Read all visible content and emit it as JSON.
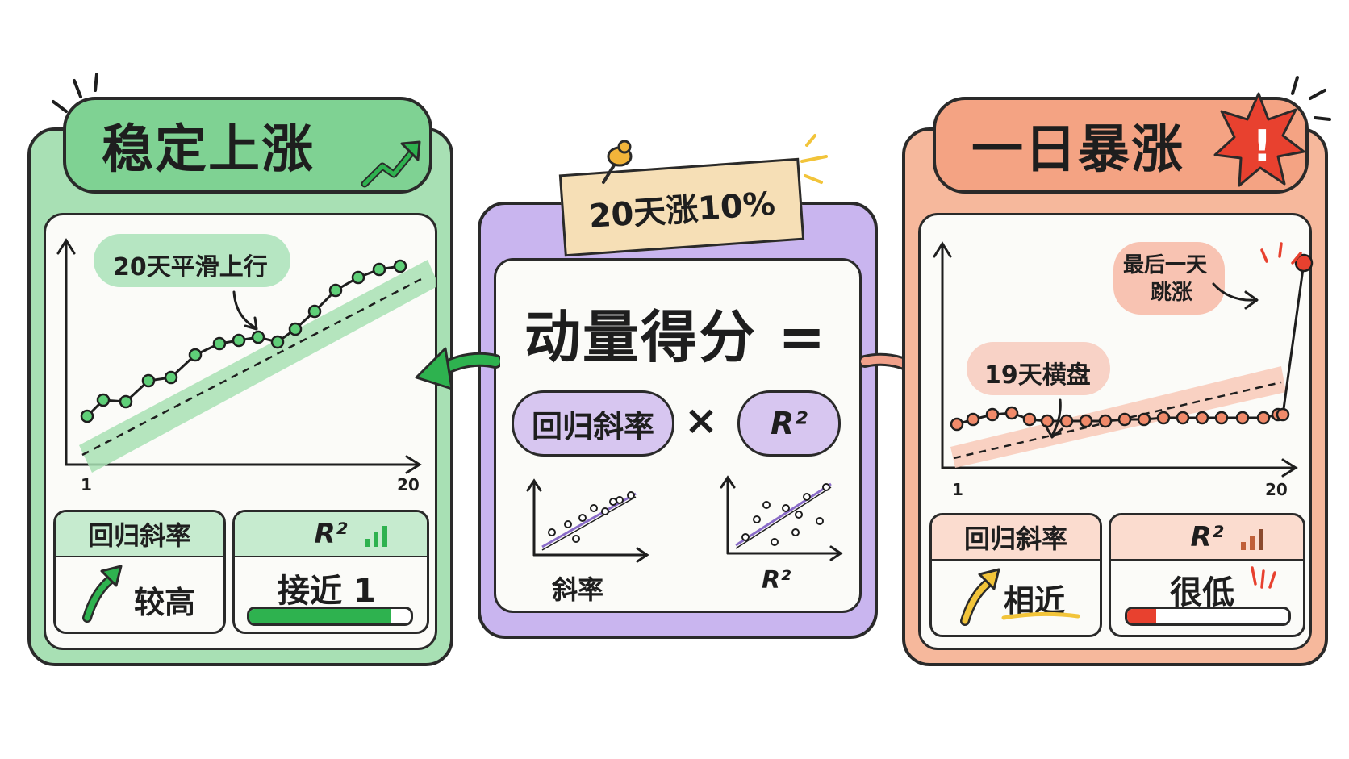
{
  "left_panel": {
    "title": "稳定上涨",
    "annotation": "20天平滑上行",
    "x_start": "1",
    "x_end": "20",
    "metric_slope": {
      "label": "回归斜率",
      "value": "较高"
    },
    "metric_r2": {
      "label": "R²",
      "value": "接近 1",
      "level": 0.88
    },
    "colors": {
      "fill": "#a8e0b4",
      "tab": "#7fd293",
      "accent": "#2eb24f"
    }
  },
  "center_panel": {
    "sticky_note": "20天涨10%",
    "formula_title": "动量得分 =",
    "term_slope": "回归斜率",
    "times": "×",
    "term_r2": "R²",
    "mini_slope_label": "斜率",
    "mini_r2_label": "R²",
    "colors": {
      "fill": "#c9b5ef",
      "pill": "#d7c6f0",
      "note": "#f6dfb6"
    }
  },
  "right_panel": {
    "title": "一日暴涨",
    "alert_mark": "!",
    "annotation_spike_line1": "最后一天",
    "annotation_spike_line2": "跳涨",
    "annotation_flat": "19天横盘",
    "x_start": "1",
    "x_end": "20",
    "metric_slope": {
      "label": "回归斜率",
      "value": "相近"
    },
    "metric_r2": {
      "label": "R²",
      "value": "很低",
      "level": 0.18
    },
    "colors": {
      "fill": "#f6b89c",
      "tab": "#f4a383",
      "accent": "#e8412f"
    }
  },
  "icons": [
    "trend-up-icon",
    "alert-burst-icon",
    "pushpin-icon",
    "bar-signal-icon",
    "arrow-up-icon"
  ]
}
